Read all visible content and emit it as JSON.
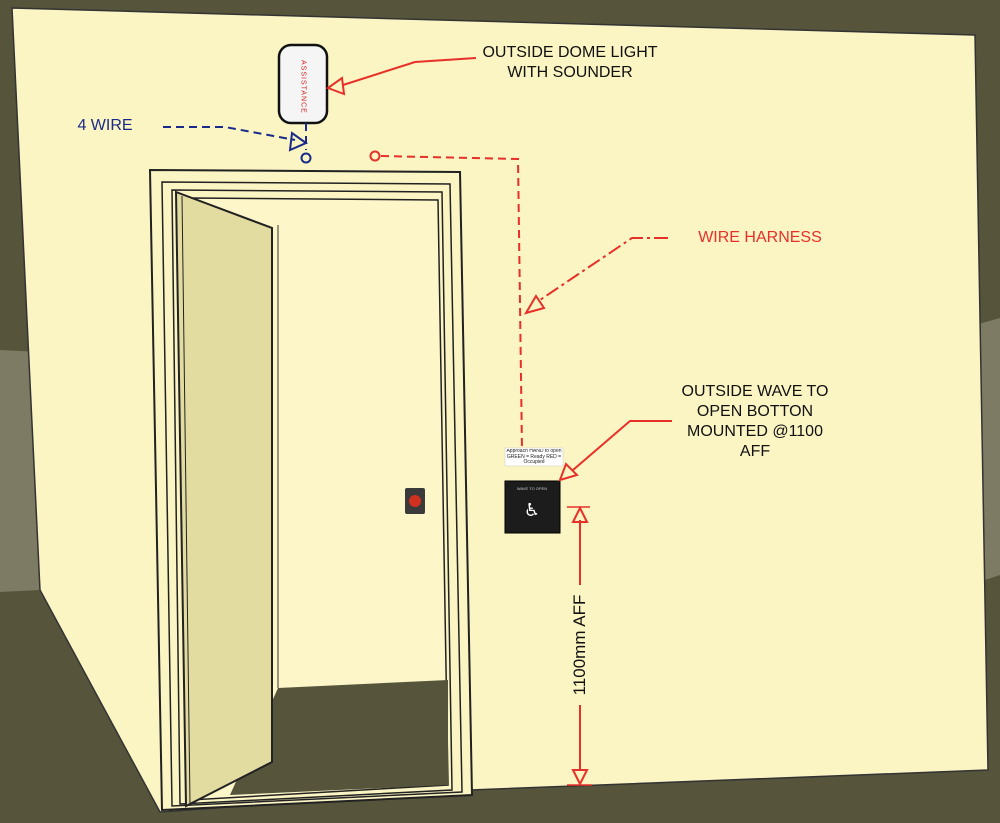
{
  "labels": {
    "dome_light": [
      "OUTSIDE DOME LIGHT",
      "WITH SOUNDER"
    ],
    "four_wire": "4 WIRE",
    "wire_harness": "WIRE HARNESS",
    "wave_button": [
      "OUTSIDE WAVE TO",
      "OPEN BOTTON",
      "MOUNTED @1100",
      "AFF"
    ],
    "height_dim": "1100mm AFF"
  },
  "dome_light": {
    "text": "ASSISTANCE"
  },
  "button": {
    "text": "WAVE TO OPEN",
    "icon": "wheelchair-icon"
  },
  "sign": {
    "text": "Approach HAND to open GREEN = Ready RED = Occupied"
  },
  "colors": {
    "wall": "#fbf4c3",
    "floor": "#56553c",
    "red": "#e8302a",
    "blue": "#1a2a8a"
  }
}
